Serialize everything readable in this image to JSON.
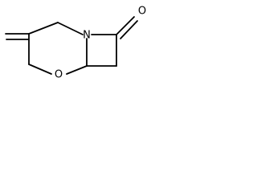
{
  "structure": {
    "atoms": {
      "nitrogen": "N",
      "ring_oxygen": "O",
      "carbonyl_oxygen": "O"
    },
    "colors": {
      "bond": "#000000",
      "label": "#000000",
      "background": "#ffffff"
    }
  }
}
